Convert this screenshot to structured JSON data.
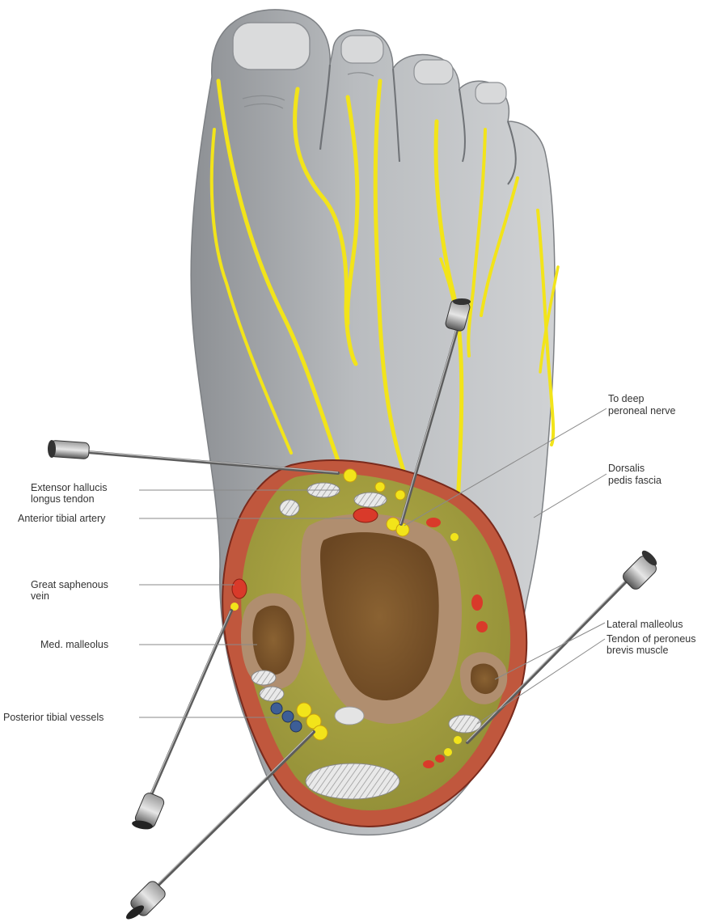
{
  "labels": {
    "to_deep_peroneal_nerve": [
      "To deep",
      "peroneal nerve"
    ],
    "dorsalis_pedis_fascia": [
      "Dorsalis",
      "pedis fascia"
    ],
    "extensor_hallucis_longus_tendon": [
      "Extensor hallucis",
      "longus tendon"
    ],
    "anterior_tibial_artery": [
      "Anterior tibial artery"
    ],
    "great_saphenous_vein": [
      "Great saphenous",
      "vein"
    ],
    "med_malleolus": [
      "Med. malleolus"
    ],
    "lateral_malleolus": [
      "Lateral malleolus"
    ],
    "tendon_of_peroneus_brevis_muscle": [
      "Tendon of peroneus",
      "brevis muscle"
    ],
    "posterior_tibial_vessels": [
      "Posterior tibial vessels"
    ]
  },
  "colors": {
    "foot_skin": "#a8abae",
    "nerve": "#f2e41a",
    "outer_tissue": "#c0573d",
    "muscle": "#a7a340",
    "bone_cortex": "#b08e6f",
    "bone_marrow": "#7a5529",
    "artery": "#d93a2a",
    "vein": "#3d5e96",
    "needle": "#6e6e6e"
  }
}
